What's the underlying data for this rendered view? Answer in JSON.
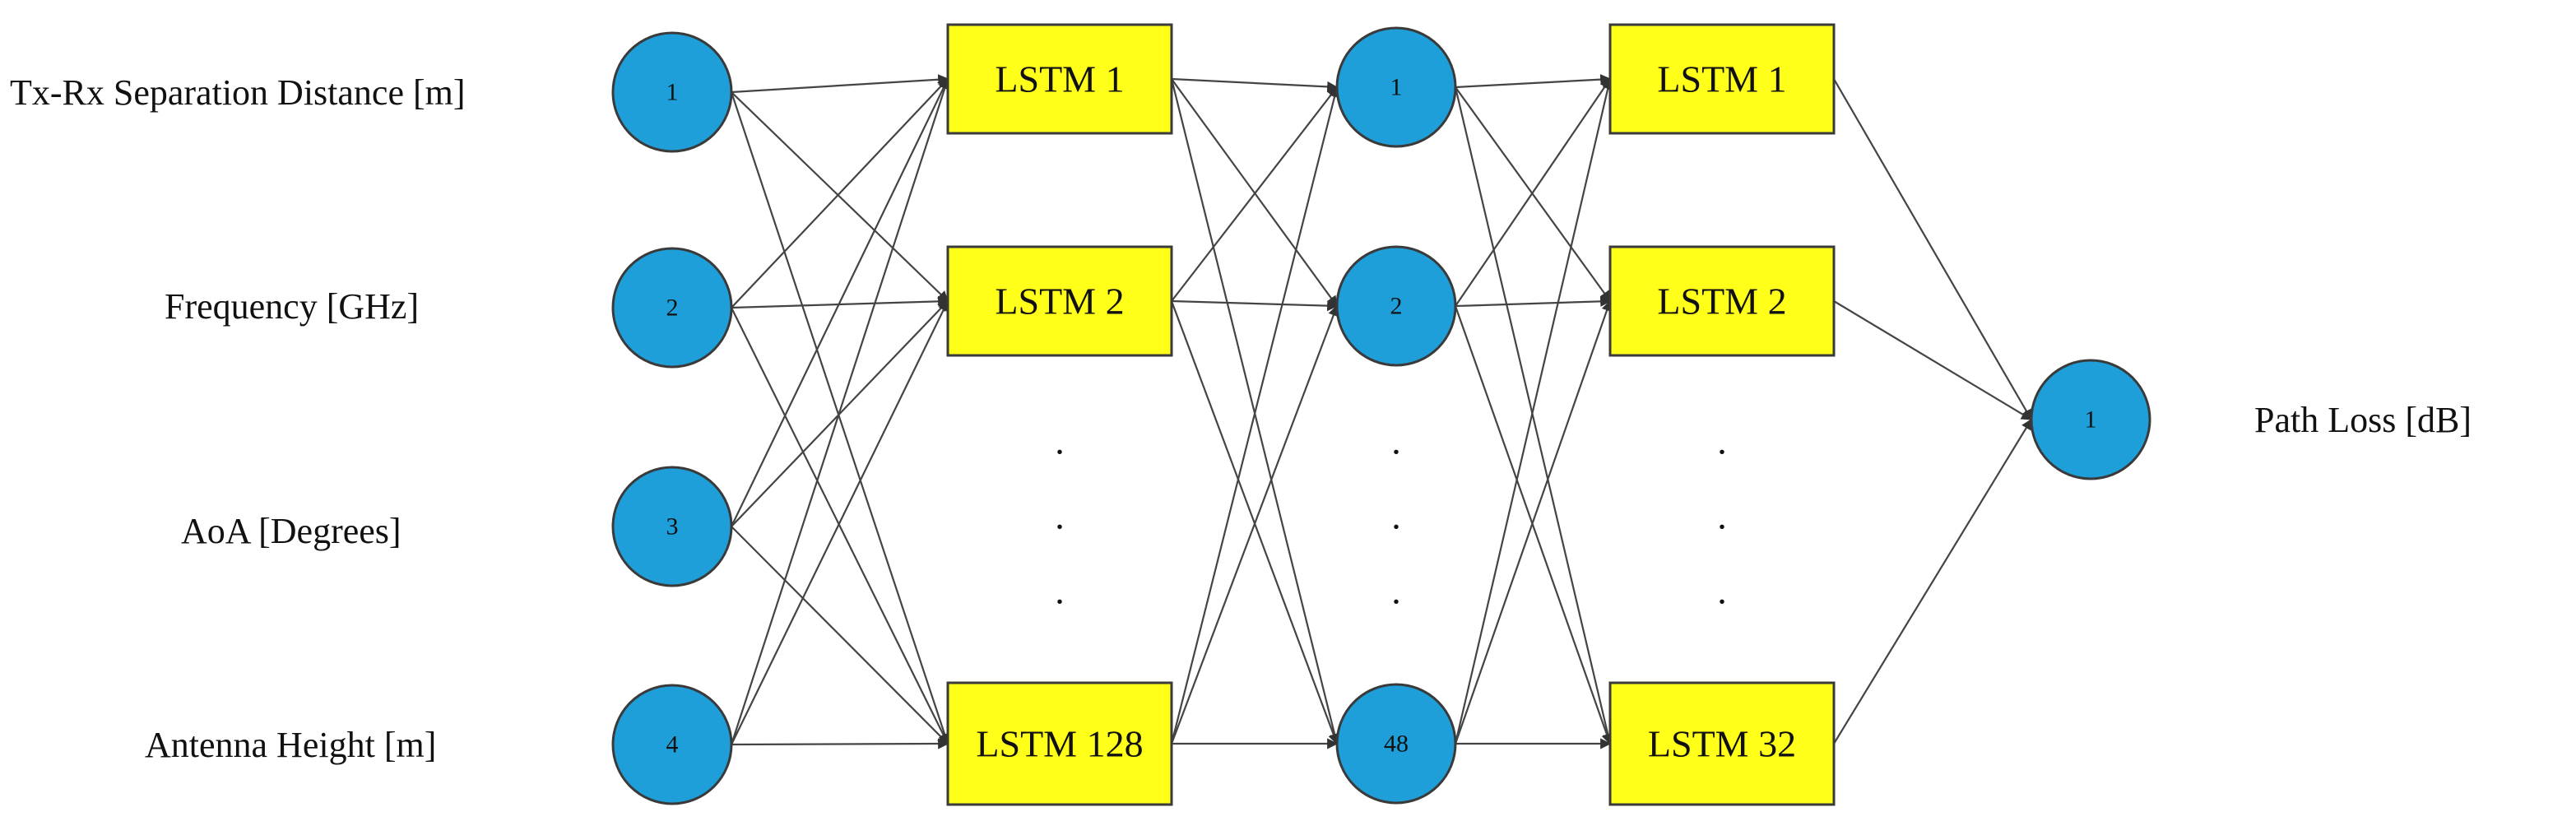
{
  "colors": {
    "node_fill": "#1e9fd9",
    "lstm_fill": "#ffff1a",
    "edge": "#444444",
    "border": "#3a3a3a",
    "text": "#111111"
  },
  "inputs": [
    {
      "id": "1",
      "label": "Tx-Rx Separation Distance [m]"
    },
    {
      "id": "2",
      "label": "Frequency [GHz]"
    },
    {
      "id": "3",
      "label": "AoA [Degrees]"
    },
    {
      "id": "4",
      "label": "Antenna Height [m]"
    }
  ],
  "lstm_layer_1": [
    "LSTM 1",
    "LSTM 2",
    "LSTM 128"
  ],
  "hidden_nodes": [
    "1",
    "2",
    "48"
  ],
  "lstm_layer_2": [
    "LSTM 1",
    "LSTM 2",
    "LSTM 32"
  ],
  "output": {
    "id": "1",
    "label": "Path Loss [dB]"
  },
  "ellipsis": "."
}
